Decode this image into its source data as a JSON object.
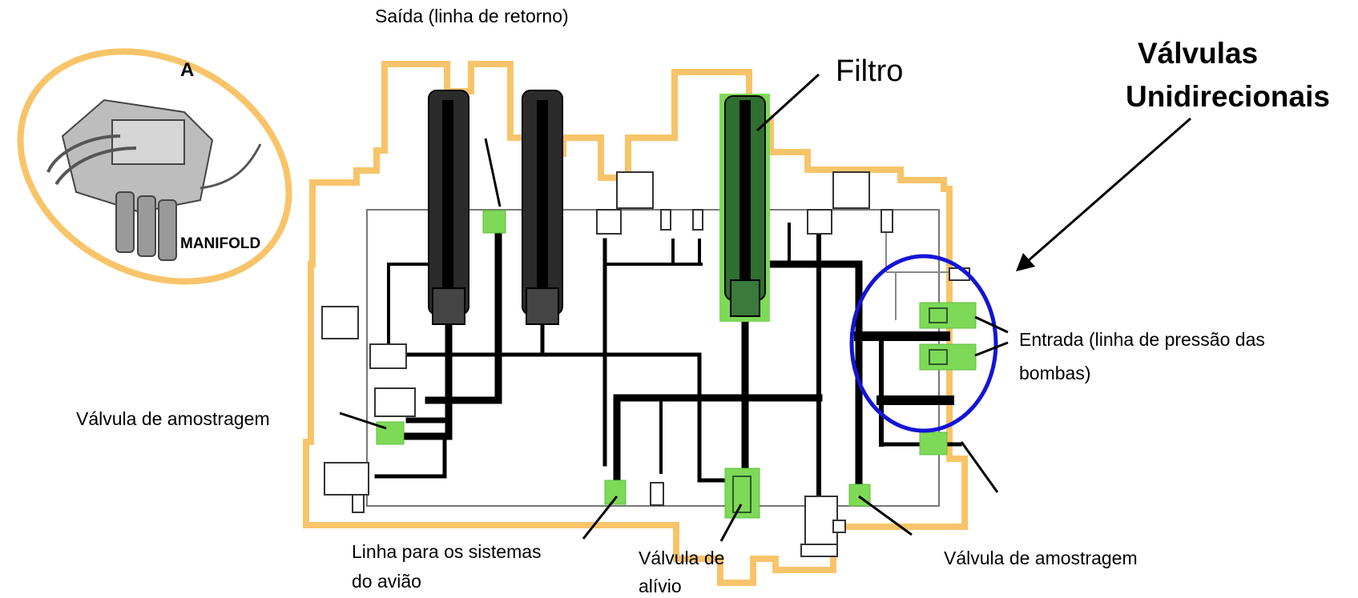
{
  "labels": {
    "outlet": "Saída (linha de retorno)",
    "filter": "Filtro",
    "check_valves_line1": "Válvulas",
    "check_valves_line2": "Unidirecionais",
    "inlet_line1": "Entrada (linha de pressão das",
    "inlet_line2": "bombas)",
    "sampling_valve_left": "Válvula de amostragem",
    "sampling_valve_right": "Válvula de amostragem",
    "aircraft_line1": "Linha para os sistemas",
    "aircraft_line2": "do avião",
    "relief_line1": "Válvula de",
    "relief_line2": "alívio"
  },
  "inset": {
    "letter": "A",
    "caption": "MANIFOLD"
  },
  "colors": {
    "housing_outline": "#F8C46A",
    "highlight_green": "#7ED957",
    "check_valve_circle": "#1414D6",
    "line": "#000000"
  }
}
